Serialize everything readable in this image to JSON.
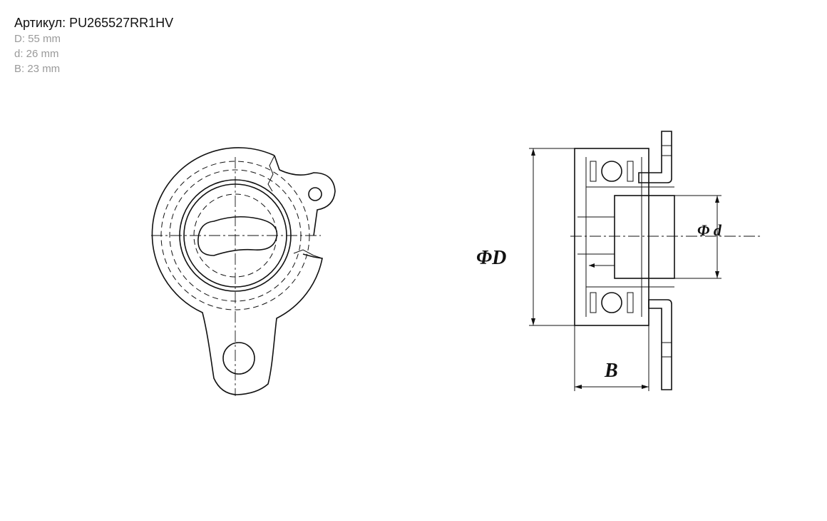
{
  "product": {
    "article_label": "Артикул: PU265527RR1HV",
    "specs": [
      {
        "text": "D: 55 mm"
      },
      {
        "text": "d: 26 mm"
      },
      {
        "text": "B: 23 mm"
      }
    ]
  },
  "drawing": {
    "label_D": "ΦD",
    "label_d": "Φ d",
    "label_B": "B"
  }
}
